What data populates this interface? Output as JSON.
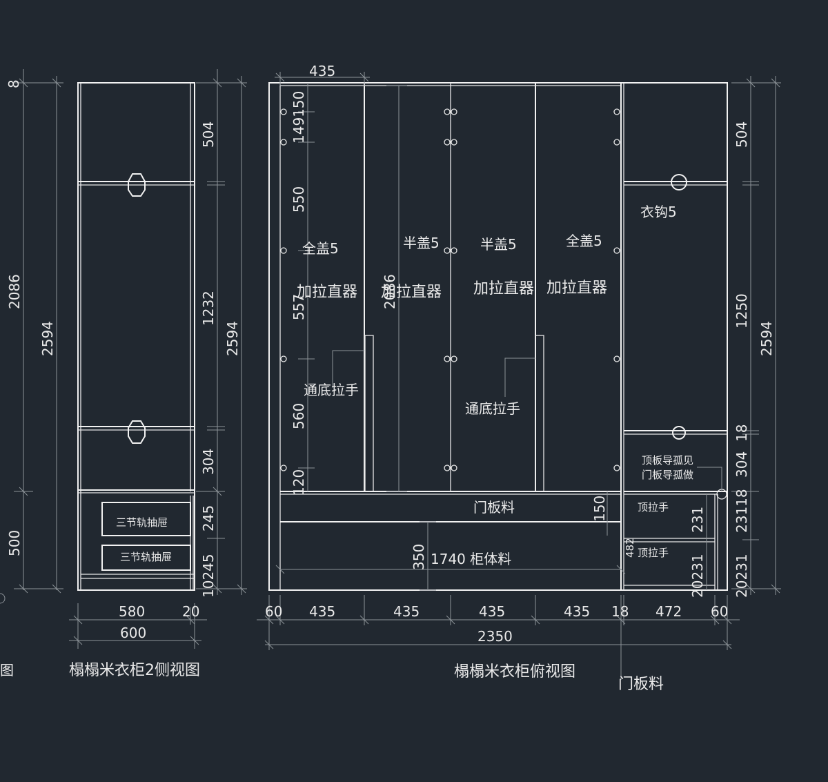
{
  "titles": {
    "left_cut": "图",
    "side_view": "榻榻米衣柜2侧视图",
    "top_view": "榻榻米衣柜俯视图",
    "door_material_below": "门板料"
  },
  "side_view": {
    "left_dims": {
      "top": "8",
      "upper": "2086",
      "total": "2594",
      "bottom": "500"
    },
    "right_dims": {
      "d504": "504",
      "d1232": "1232",
      "d304": "304",
      "d245a": "245",
      "d245b": "10245",
      "total": "2594"
    },
    "drawer_labels": [
      "三节轨抽屉",
      "三节轨抽屉"
    ],
    "bottom_dims": {
      "w580": "580",
      "w20": "20",
      "w600": "600"
    }
  },
  "top_view": {
    "top_dim": "435",
    "left_dims": {
      "d149150": "149150",
      "d550": "550",
      "d557": "557",
      "d560": "560",
      "d120": "120"
    },
    "center_dim": "2086",
    "labels": {
      "quan_gai_1": "全盖5",
      "ban_gai_1": "半盖5",
      "ban_gai_2": "半盖5",
      "quan_gai_2": "全盖5",
      "jia_la_1": "加拉直器",
      "jia_la_2": "加拉直器",
      "jia_la_3": "加拉直器",
      "jia_la_4": "加拉直器",
      "handle_1": "通底拉手",
      "handle_2": "通底拉手",
      "hook": "衣钩5",
      "guide_1": "顶板导孤见",
      "guide_2": "门板导孤做",
      "door_panel": "门板料",
      "cabinet": "1740 柜体料",
      "dim_350": "350",
      "dim_150": "150",
      "dim_482": "482",
      "pull_1": "顶拉手",
      "pull_2": "顶拉手",
      "dim_231a": "231",
      "dim_231b": "20231"
    },
    "right_dims": {
      "d504": "504",
      "d1250": "1250",
      "d18": "18",
      "d304": "304",
      "d23118": "23118",
      "d20231": "20231",
      "total": "2594"
    },
    "bottom_dims": {
      "d60a": "60",
      "d435a": "435",
      "d435b": "435",
      "d435c": "435",
      "d435d": "435",
      "d18": "18",
      "d472": "472",
      "d60b": "60",
      "total": "2350"
    }
  }
}
